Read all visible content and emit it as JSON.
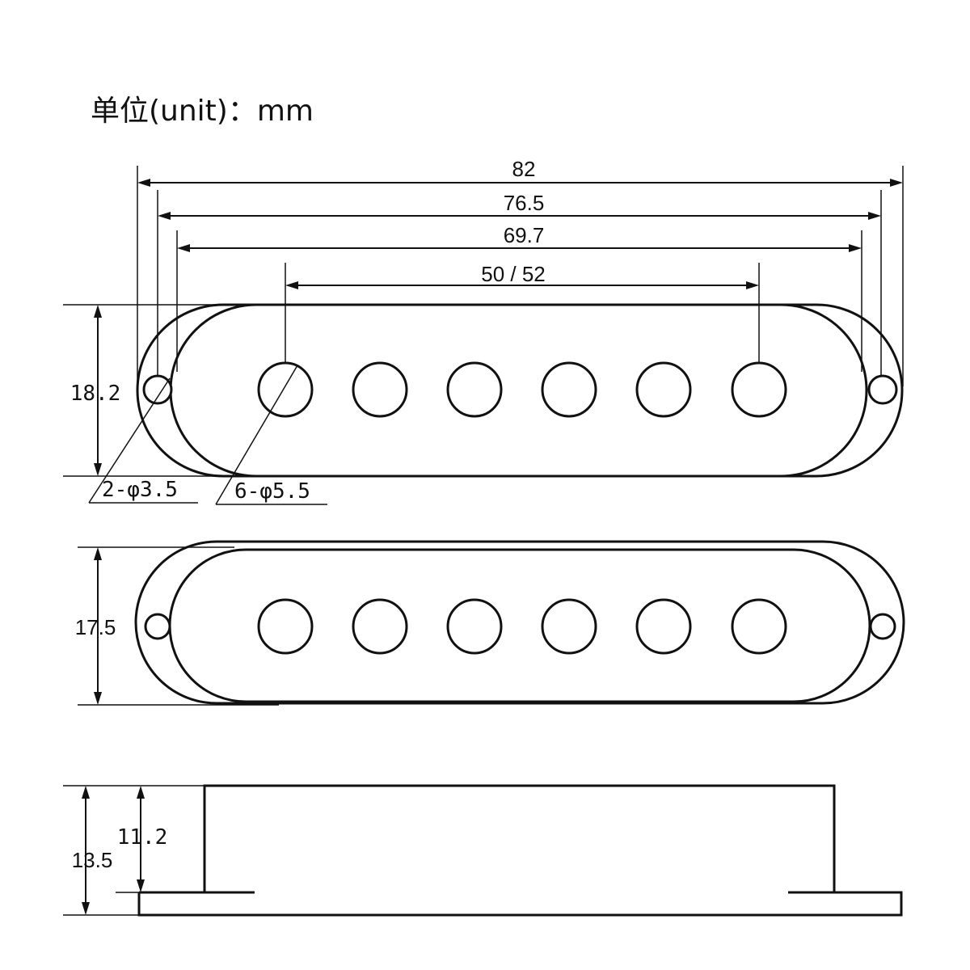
{
  "unit_label": "单位(unit)：mm",
  "top_view": {
    "overall_length": "82",
    "mount_hole_spacing": "76.5",
    "body_length": "69.7",
    "pole_spacing": "50 / 52",
    "width": "18.2",
    "mount_hole_callout": "2-φ3.5",
    "pole_hole_callout": "6-φ5.5"
  },
  "middle_view": {
    "width": "17.5"
  },
  "side_view": {
    "total_height": "13.5",
    "body_height": "11.2"
  }
}
